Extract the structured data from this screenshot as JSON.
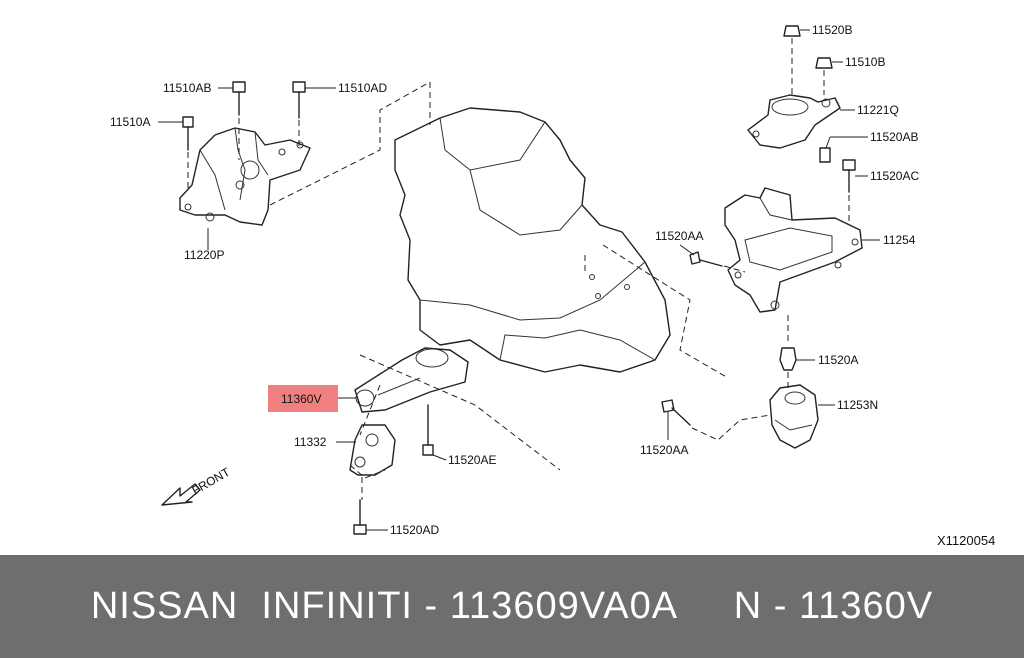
{
  "diagram": {
    "labels": {
      "p11520B": "11520B",
      "p11510B": "11510B",
      "p11221Q": "11221Q",
      "p11520AB": "11520AB",
      "p11520AC": "11520AC",
      "p11254": "11254",
      "p11520AA_top": "11520AA",
      "p11520A": "11520A",
      "p11253N": "11253N",
      "p11520AA_bottom": "11520AA",
      "p11510AB": "11510AB",
      "p11510AD": "11510AD",
      "p11510A": "11510A",
      "p11220P": "11220P",
      "p11360V": "11360V",
      "p11332": "11332",
      "p11520AE": "11520AE",
      "p11520AD": "11520AD",
      "front": "FRONT",
      "figure_code": "X1120054"
    },
    "highlight_color": "#f08080"
  },
  "footer": {
    "text": "NISSAN  INFINITI - 113609VA0A     N - 11360V"
  }
}
